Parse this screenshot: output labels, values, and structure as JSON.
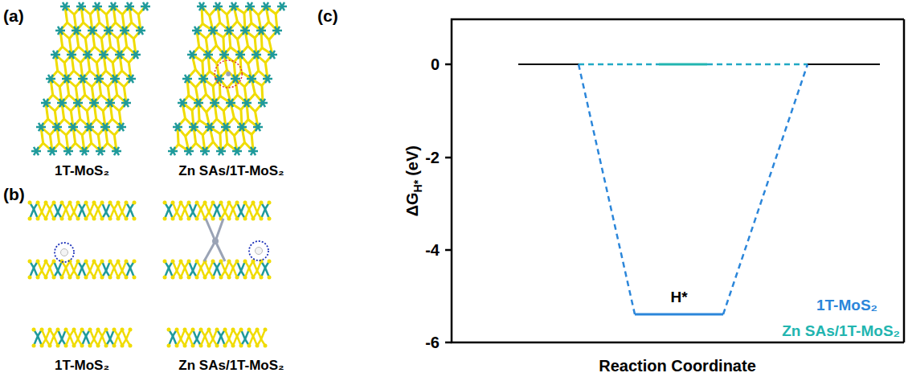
{
  "diagram": {
    "labels": [
      "(a)",
      "1T-MoS₂",
      "Zn SAs/1T-MoS₂",
      "(b)",
      "1T-MoS₂",
      "Zn SAs/1T-MoS₂",
      "(c)",
      "0",
      "-2",
      "-4",
      "-6",
      "ΔG",
      "H*",
      "(eV)",
      "H*",
      "Reaction Coordinate"
    ],
    "legend": [
      {
        "text": "1T-MoS₂",
        "color": "#2b86da"
      },
      {
        "text": "Zn SAs/1T-MoS₂",
        "color": "#22b5b0"
      }
    ]
  }
}
